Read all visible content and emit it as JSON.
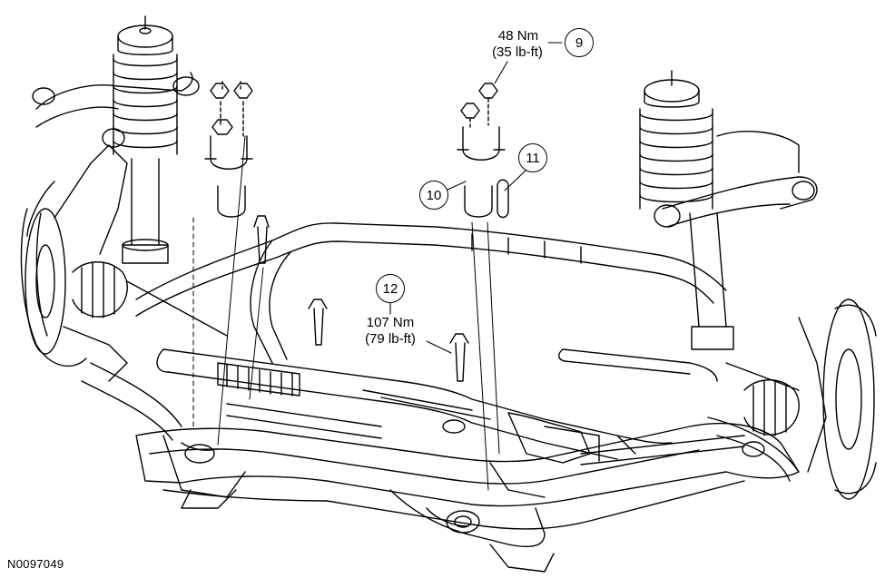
{
  "callouts": {
    "c9": {
      "number": "9",
      "torque_nm": "48 Nm",
      "torque_lbft": "(35 lb-ft)"
    },
    "c10": {
      "number": "10"
    },
    "c11": {
      "number": "11"
    },
    "c12": {
      "number": "12",
      "torque_nm": "107 Nm",
      "torque_lbft": "(79 lb-ft)"
    }
  },
  "figure_id": "N0097049",
  "colors": {
    "line": "#000000",
    "background": "#ffffff"
  }
}
